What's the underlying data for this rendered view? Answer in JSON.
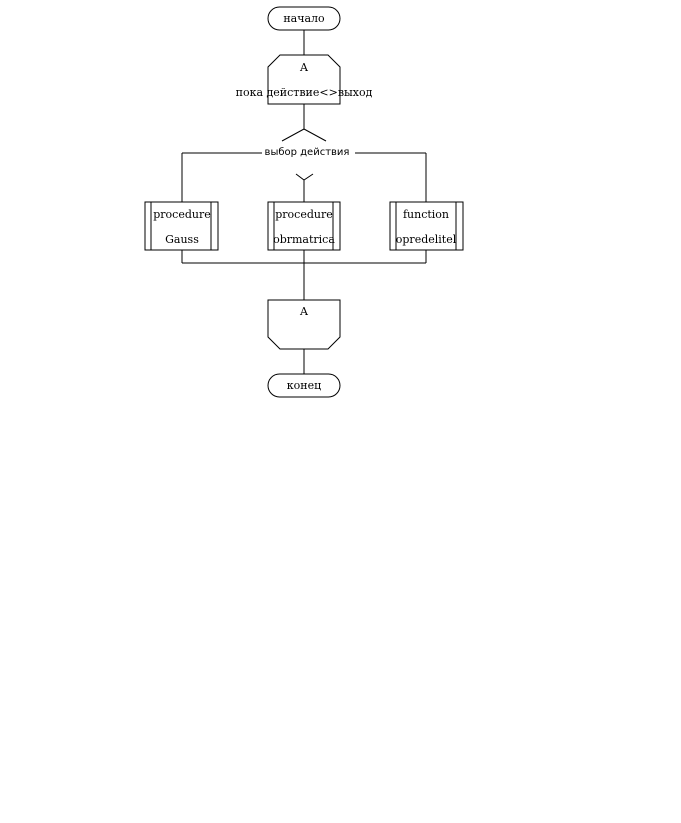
{
  "terminal_start": {
    "label": "начало"
  },
  "loop_start": {
    "marker": "A",
    "condition": "пока действие<>выход"
  },
  "selection": {
    "label": "выбор действия"
  },
  "boxes": [
    {
      "line1": "procedure",
      "line2": "Gauss"
    },
    {
      "line1": "procedure",
      "line2": "obrmatrica"
    },
    {
      "line1": "function",
      "line2": "opredelitel"
    }
  ],
  "loop_end": {
    "marker": "A"
  },
  "terminal_end": {
    "label": "конец"
  }
}
